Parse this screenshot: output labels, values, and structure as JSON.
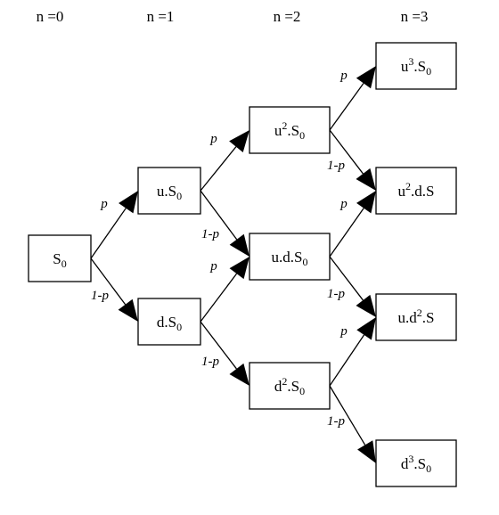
{
  "headers": [
    "n =0",
    "n =1",
    "n =2",
    "n =3"
  ],
  "nodes": [
    {
      "id": "S0",
      "label": [
        {
          "t": "S"
        },
        {
          "t": "0",
          "sub": true
        }
      ]
    },
    {
      "id": "uS0",
      "label": [
        {
          "t": "u.S"
        },
        {
          "t": "0",
          "sub": true
        }
      ]
    },
    {
      "id": "dS0",
      "label": [
        {
          "t": "d.S"
        },
        {
          "t": "0",
          "sub": true
        }
      ]
    },
    {
      "id": "u2S0",
      "label": [
        {
          "t": "u"
        },
        {
          "t": "2",
          "sup": true
        },
        {
          "t": ".S"
        },
        {
          "t": "0",
          "sub": true
        }
      ]
    },
    {
      "id": "udS0",
      "label": [
        {
          "t": "u.d.S"
        },
        {
          "t": "0",
          "sub": true
        }
      ]
    },
    {
      "id": "d2S0",
      "label": [
        {
          "t": "d"
        },
        {
          "t": "2",
          "sup": true
        },
        {
          "t": ".S"
        },
        {
          "t": "0",
          "sub": true
        }
      ]
    },
    {
      "id": "u3S0",
      "label": [
        {
          "t": "u"
        },
        {
          "t": "3",
          "sup": true
        },
        {
          "t": ".S"
        },
        {
          "t": "0",
          "sub": true
        }
      ]
    },
    {
      "id": "u2dS",
      "label": [
        {
          "t": "u"
        },
        {
          "t": "2",
          "sup": true
        },
        {
          "t": ".d.S"
        }
      ]
    },
    {
      "id": "ud2S",
      "label": [
        {
          "t": "u.d"
        },
        {
          "t": "2",
          "sup": true
        },
        {
          "t": ".S"
        }
      ]
    },
    {
      "id": "d3S0",
      "label": [
        {
          "t": "d"
        },
        {
          "t": "3",
          "sup": true
        },
        {
          "t": ".S"
        },
        {
          "t": "0",
          "sub": true
        }
      ]
    }
  ],
  "edges": [
    {
      "from": "S0",
      "to": "uS0",
      "label": "p"
    },
    {
      "from": "S0",
      "to": "dS0",
      "label": "1-p"
    },
    {
      "from": "uS0",
      "to": "u2S0",
      "label": "p"
    },
    {
      "from": "uS0",
      "to": "udS0",
      "label": "1-p"
    },
    {
      "from": "dS0",
      "to": "udS0",
      "label": "p"
    },
    {
      "from": "dS0",
      "to": "d2S0",
      "label": "1-p"
    },
    {
      "from": "u2S0",
      "to": "u3S0",
      "label": "p"
    },
    {
      "from": "u2S0",
      "to": "u2dS",
      "label": "1-p"
    },
    {
      "from": "udS0",
      "to": "u2dS",
      "label": "p"
    },
    {
      "from": "udS0",
      "to": "ud2S",
      "label": "1-p"
    },
    {
      "from": "d2S0",
      "to": "ud2S",
      "label": "p"
    },
    {
      "from": "d2S0",
      "to": "d3S0",
      "label": "1-p"
    }
  ]
}
